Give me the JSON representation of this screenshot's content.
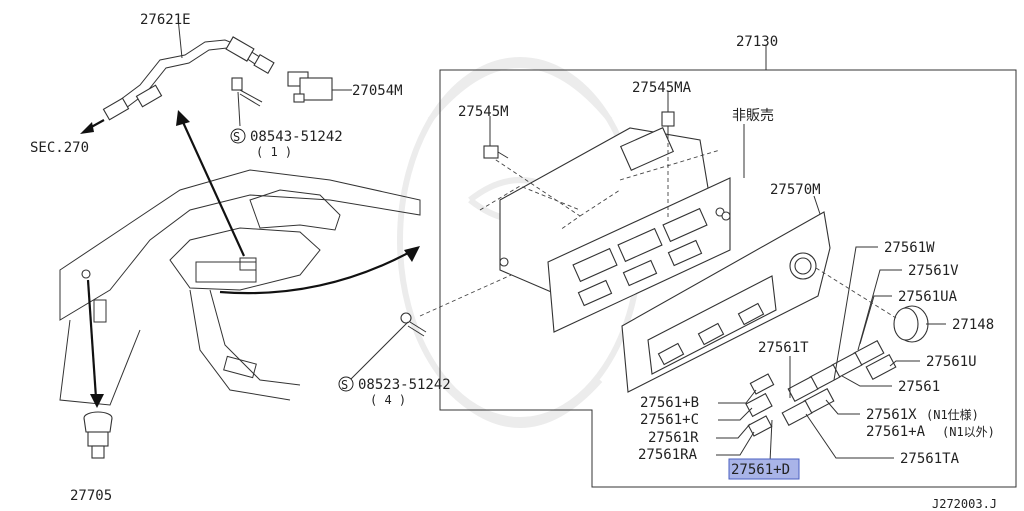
{
  "diagram": {
    "labels": {
      "hose": "27621E",
      "sec_ref": "SEC.270",
      "connector": "27054M",
      "bolt1_part": "08543-51242",
      "bolt1_qty": "( 1 )",
      "assembly": "27130",
      "screw_a": "27545MA",
      "screw_b": "27545M",
      "not_for_sale": "非販売",
      "bezel": "27570M",
      "knob_w": "27561W",
      "knob_v": "27561V",
      "knob_ua": "27561UA",
      "knob_148": "27148",
      "knob_t": "27561T",
      "knob_u": "27561U",
      "knob_main": "27561",
      "knob_b": "27561+B",
      "knob_c": "27561+C",
      "knob_x": "27561X",
      "knob_x_note": "(N1仕様)",
      "knob_a": "27561+A",
      "knob_a_note": "(N1以外)",
      "knob_r": "27561R",
      "knob_ra": "27561RA",
      "knob_ta": "27561TA",
      "knob_d": "27561+D",
      "bolt2_part": "08523-51242",
      "bolt2_qty": "( 4 )",
      "sensor": "27705",
      "diagram_code": "J272003.J",
      "screw_mark": "S"
    },
    "highlight_color": "#a9b4e8",
    "highlight_border": "#4a5fc0"
  }
}
